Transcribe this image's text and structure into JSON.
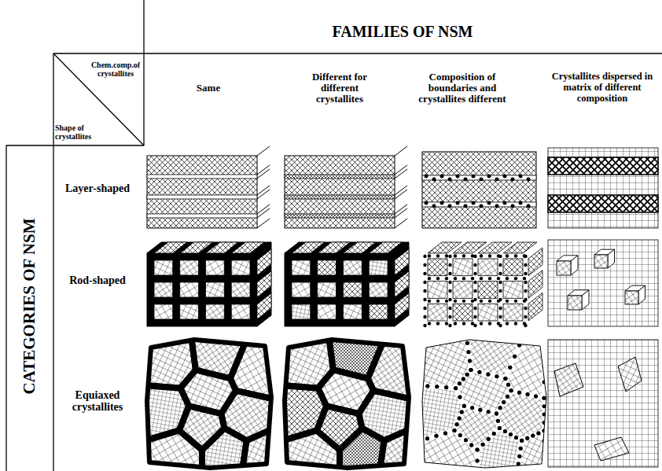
{
  "diagram": {
    "labels": [
      "FAMILIES OF NSM",
      "Chem.comp.of crystallites",
      "Shape of crystallites",
      "Same",
      "Different for different crystallites",
      "Composition of boundaries and crystallites different",
      "Crystallites dispersed in matrix of different composition",
      "CATEGORIES OF NSM",
      "Layer-shaped",
      "Rod-shaped",
      "Equiaxed crystallites"
    ]
  }
}
